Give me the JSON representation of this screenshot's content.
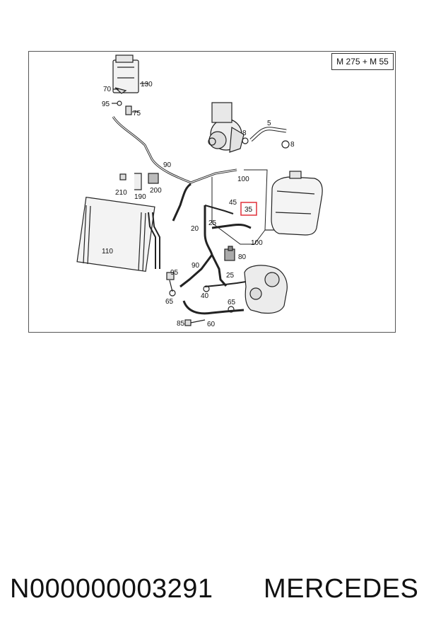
{
  "diagram": {
    "model_label": "M 275 + M 55",
    "highlighted_callout": "35",
    "callouts": [
      {
        "id": "130",
        "label": "130"
      },
      {
        "id": "70",
        "label": "70"
      },
      {
        "id": "95a",
        "label": "95"
      },
      {
        "id": "75",
        "label": "75"
      },
      {
        "id": "5",
        "label": "5"
      },
      {
        "id": "8a",
        "label": "8"
      },
      {
        "id": "8b",
        "label": "8"
      },
      {
        "id": "90a",
        "label": "90"
      },
      {
        "id": "100a",
        "label": "100"
      },
      {
        "id": "210",
        "label": "210"
      },
      {
        "id": "190",
        "label": "190"
      },
      {
        "id": "200",
        "label": "200"
      },
      {
        "id": "45",
        "label": "45"
      },
      {
        "id": "35",
        "label": "35"
      },
      {
        "id": "20",
        "label": "20"
      },
      {
        "id": "25a",
        "label": "25"
      },
      {
        "id": "100b",
        "label": "100"
      },
      {
        "id": "110",
        "label": "110"
      },
      {
        "id": "80",
        "label": "80"
      },
      {
        "id": "90b",
        "label": "90"
      },
      {
        "id": "95b",
        "label": "95"
      },
      {
        "id": "25b",
        "label": "25"
      },
      {
        "id": "40",
        "label": "40"
      },
      {
        "id": "65a",
        "label": "65"
      },
      {
        "id": "65b",
        "label": "65"
      },
      {
        "id": "85",
        "label": "85"
      },
      {
        "id": "60",
        "label": "60"
      }
    ]
  },
  "footer": {
    "part_number": "N000000003291",
    "brand": "MERCEDES"
  },
  "colors": {
    "line": "#222222",
    "highlight": "#e0303a"
  }
}
